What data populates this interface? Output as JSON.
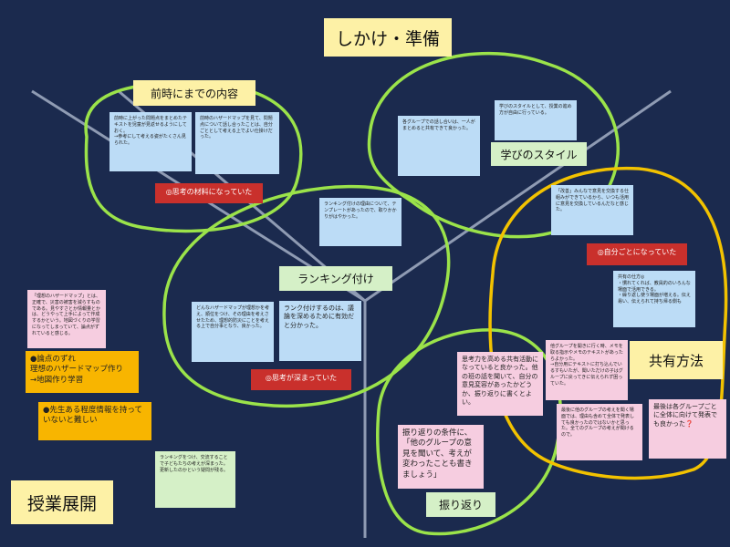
{
  "titles": {
    "shikake": "しかけ・準備",
    "jugyo": "授業展開"
  },
  "labels": {
    "zenji": "前時にまでの内容",
    "manabi": "学びのスタイル",
    "ranking": "ランキング付け",
    "kyoyu": "共有方法",
    "furikaeri": "振り返り"
  },
  "red_tags": {
    "zairyo": "◎思考の材料になっていた",
    "fukamatte": "◎思考が深まっていた",
    "jibun": "◎自分ごとになっていた"
  },
  "notes": {
    "zenji_1": "前時に上がった問題点をまとめたテキストを児童が見返せるようにしておく。\n→参考にして考える姿がたくさん見られた。",
    "zenji_2": "前時のハザードマップを見て、問題点について話し合ったことは、自分ごととして考える上でよい仕掛けだった。",
    "manabi_1": "学びのスタイルとして、授業の進め方が自由に行っている。",
    "manabi_2": "各グループでの話し合いは、一人がまとめると共有できて良かった。",
    "ranking_1": "ランキング付けの理由について、テンプレートがあったので、取りかかりがはやかった。",
    "ranking_2": "どんなハザードマップが理想かを考え、順位をつけ、その理由を考えさせたため、理想的防災にことを考える上で自分事となり、良かった。",
    "ranking_3": "ランク付けするのは、議論を深めるために有効だと分かった。",
    "kyoyu_1": "「改善」みんなで意見を交換する仕組みができているから、いつも活用に意見を交換しているんだなと感じた。",
    "kyoyu_2": "共有の仕方◎\n・慣れてくれば、教員的のいろんな場面で活用できる。\n・繰り返し使う場面が増える。伝え易い、伝えられて持ち帰る側も",
    "kyoyu_3": "他グループを開きに行く時、メモを取る指示やメモのテキストがあったらよかった。\n→自分用にテキストに打ち込んでいるすもいたが、聞いただけの子はグループに戻ってきに伝えられず困っていた。",
    "kyoyu_4": "最後に他のグループの考えを聞く場面では、理由も含めて全体で発表しても良かったのではないかと思った。全てのグループの考えが聞けるので。",
    "kyoyu_5": "最後は各グループごとに全体に向けて発表でも良かった❓",
    "furi_1": "思考力を高める共有活動になっていると良かった。他の班の話を聞いて、自分の意見変容があったかどうか、振り返りに書くとよい。",
    "furi_2": "振り返りの条件に、「他のグループの意見を聞いて、考えが変わったことも書きましょう」",
    "left_1": "「理想のハザードマップ」とは、正確で、災害の被害を減らすものである。見やすさとか情報量とかは、どうやって上手によって作成するかという。地図づくりの学習になってしまっていて、論点がずれていると感じる。",
    "left_2": "●論点のずれ\n理想のハザードマップ作り\n→地図作り学習",
    "left_3": "●先生ある程度情報を持っていないと難しい",
    "bottom_1": "ランキングをつけ、交流することで子どもたちの考えが深まった。更新したのかという疑問が残る。"
  },
  "colors": {
    "background": "#1b2a4e",
    "grid_line": "#8f9bb3",
    "green_loop": "#9be34a",
    "yellow_loop": "#f2c200",
    "red_tag": "#c9302c"
  }
}
